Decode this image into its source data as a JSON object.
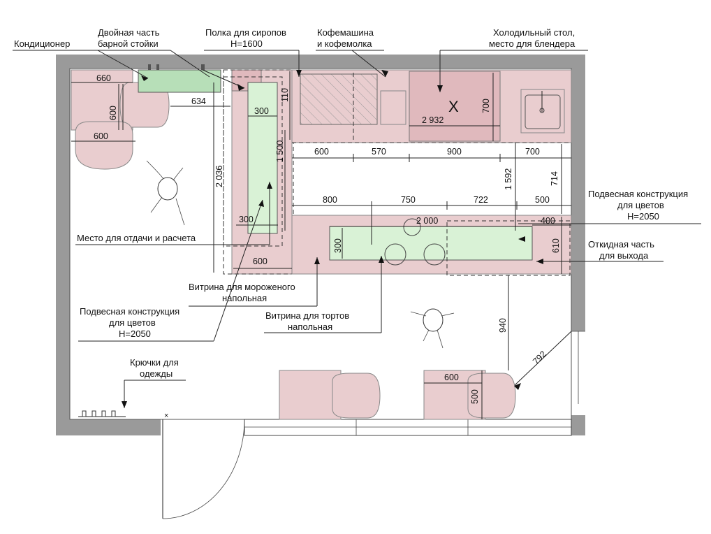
{
  "labels": {
    "air_conditioner": "Кондиционер",
    "double_bar_line1": "Двойная часть",
    "double_bar_line2": "барной стойки",
    "syrup_shelf_line1": "Полка для сиропов",
    "syrup_shelf_line2": "H=1600",
    "coffee_line1": "Кофемашина",
    "coffee_line2": "и кофемолка",
    "fridge_line1": "Холодильный стол,",
    "fridge_line2": "место для блендера",
    "hanging_right_line1": "Подвесная конструкция",
    "hanging_right_line2": "для цветов",
    "hanging_right_line3": "H=2050",
    "folding_line1": "Откидная часть",
    "folding_line2": "для выхода",
    "pickup": "Место для отдачи и расчета",
    "icecream_line1": "Витрина для мороженого",
    "icecream_line2": "напольная",
    "cakes_line1": "Витрина для тортов",
    "cakes_line2": "напольная",
    "hanging_left_line1": "Подвесная конструкция",
    "hanging_left_line2": "для цветов",
    "hanging_left_line3": "H=2050",
    "hooks_line1": "Крючки для",
    "hooks_line2": "одежды"
  },
  "dims": {
    "d660": "660",
    "d634": "634",
    "d600_vert": "600",
    "d600_top": "600",
    "d300_top": "300",
    "d110": "110",
    "d1500": "1 500",
    "d2036": "2 036",
    "d300_low": "300",
    "d600_low": "600",
    "d2932": "2 932",
    "d700_vert": "700",
    "d600_row": "600",
    "d570": "570",
    "d900": "900",
    "d700_row": "700",
    "d1592": "1 592",
    "d714": "714",
    "d800": "800",
    "d750": "750",
    "d722": "722",
    "d500_row": "500",
    "d2000": "2 000",
    "d400": "400",
    "d300_vitr": "300",
    "d610": "610",
    "d940": "940",
    "d792": "792",
    "d600_table": "600",
    "d500_table": "500"
  },
  "colors": {
    "wall": "#9a9a9a",
    "furniture": "#e9cdcf",
    "display": "#d9f2d6"
  }
}
